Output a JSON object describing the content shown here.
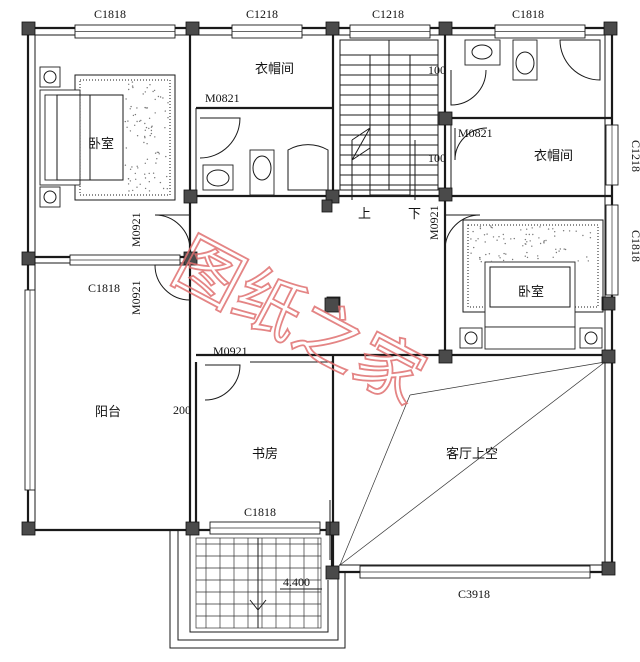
{
  "rooms": {
    "bedroom_left": "卧室",
    "closet_top": "衣帽间",
    "closet_right": "衣帽间",
    "bedroom_right": "卧室",
    "balcony": "阳台",
    "study": "书房",
    "living_void": "客厅上空"
  },
  "windows": {
    "top_left": "C1818",
    "top_mid_left": "C1218",
    "top_mid_right": "C1218",
    "top_right": "C1818",
    "right_upper": "C1218",
    "right_lower": "C1818",
    "balcony_top": "C1818",
    "study_bottom": "C1818",
    "bottom": "C3918"
  },
  "doors": {
    "closet_top": "M0821",
    "closet_right": "M0821",
    "bedroom_left": "M0921",
    "balcony": "M0921",
    "bedroom_right": "M0921",
    "study": "M0921"
  },
  "dimensions": {
    "bath_upper": "100",
    "bath_lower": "100",
    "balcony_wall": "200",
    "elevation": "4.400"
  },
  "stairs": {
    "up": "上",
    "down": "下"
  },
  "watermark": "图纸之家"
}
